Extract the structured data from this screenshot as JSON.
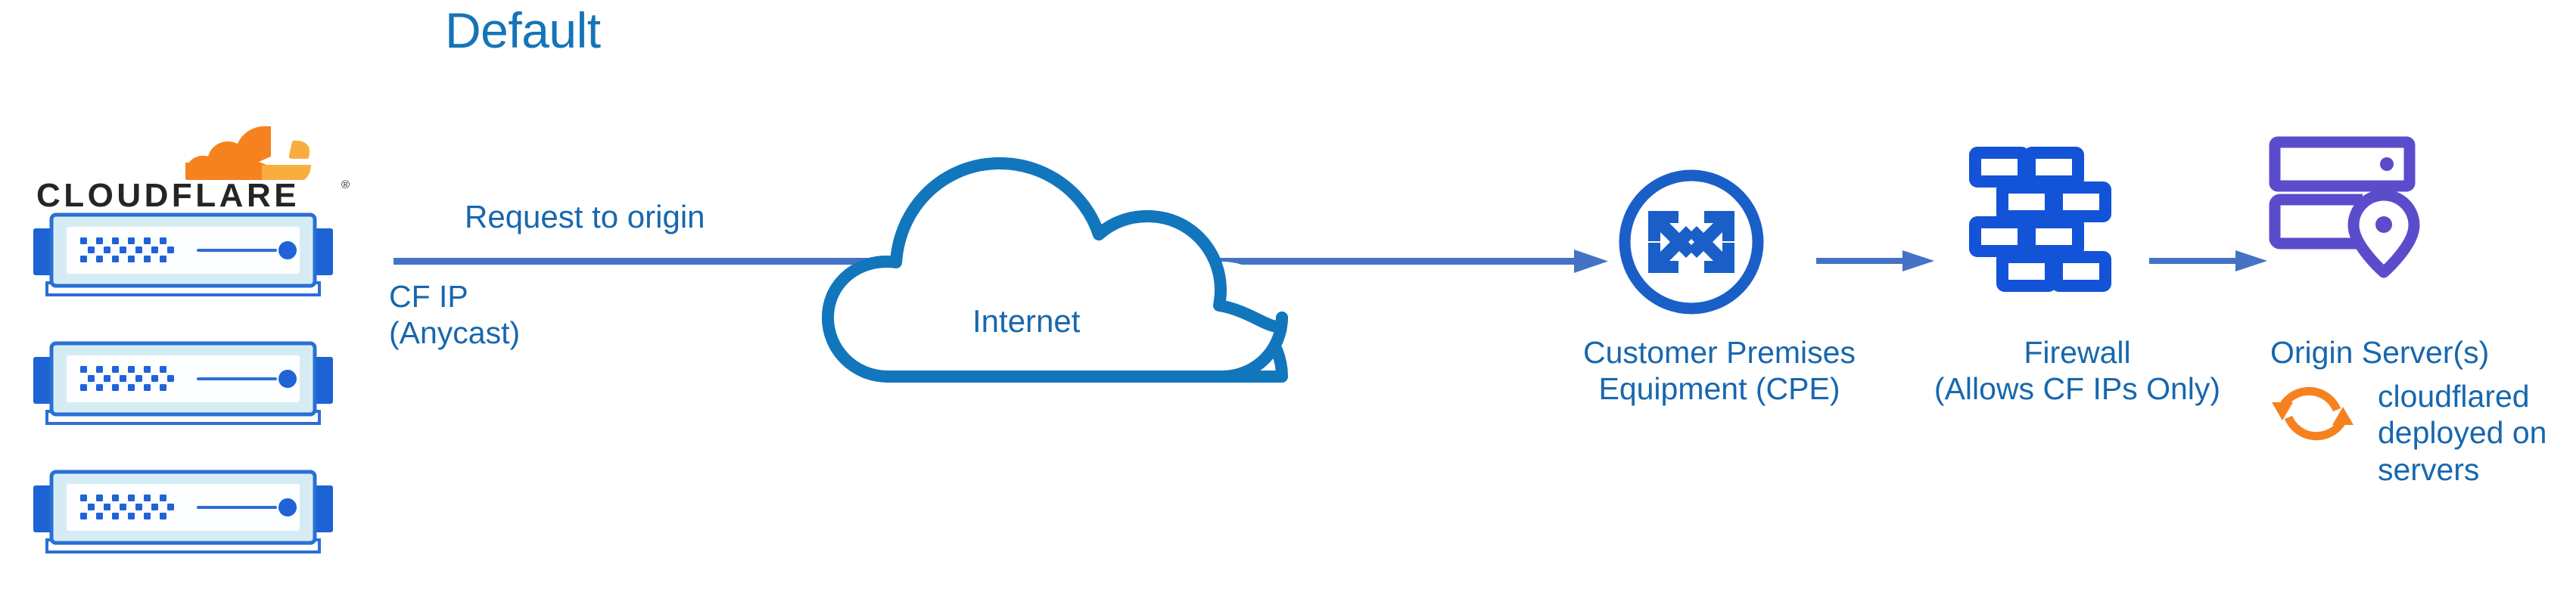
{
  "title": "Default",
  "colors": {
    "title_blue": "#1574b8",
    "label_blue": "#1767ae",
    "arrow_blue": "#4472c4",
    "cloud_blue": "#1276bd",
    "icon_blue": "#1a5fc8",
    "origin_purple": "#5b4ccc",
    "cloudflare_orange": "#f6821f",
    "cloudflare_orange_light": "#faad3f",
    "server_fill": "#d6ecf5",
    "server_border": "#2a6fd4",
    "logo_text": "#232527"
  },
  "brand": {
    "name": "CLOUDFLARE",
    "trademark": "®",
    "logo_icon": "cloudflare-cloud-icon"
  },
  "edge_servers": {
    "count": 3,
    "icon": "rack-server-icon",
    "items": [
      {
        "name": "edge-server-1"
      },
      {
        "name": "edge-server-2"
      },
      {
        "name": "edge-server-3"
      }
    ]
  },
  "flow": {
    "arrows": [
      {
        "name": "request-to-origin-arrow",
        "from": "cloudflare-edge",
        "to": "customer-premises-equipment"
      },
      {
        "name": "cpe-to-firewall-arrow",
        "from": "customer-premises-equipment",
        "to": "firewall"
      },
      {
        "name": "firewall-to-origin-arrow",
        "from": "firewall",
        "to": "origin-server"
      }
    ]
  },
  "labels": {
    "request_to_origin": "Request to origin",
    "cf_ip": "CF IP\n(Anycast)",
    "internet": "Internet",
    "cpe": "Customer Premises\nEquipment (CPE)",
    "firewall": "Firewall\n(Allows CF IPs Only)",
    "origin_server": "Origin Server(s)",
    "cloudflared": "cloudflared\ndeployed on\nservers"
  },
  "icons": {
    "internet_cloud": "cloud-icon",
    "cpe_router": "router-icon",
    "firewall": "brick-wall-icon",
    "origin_server": "server-rack-location-pin-icon",
    "cloudflared_sync": "sync-refresh-icon"
  }
}
